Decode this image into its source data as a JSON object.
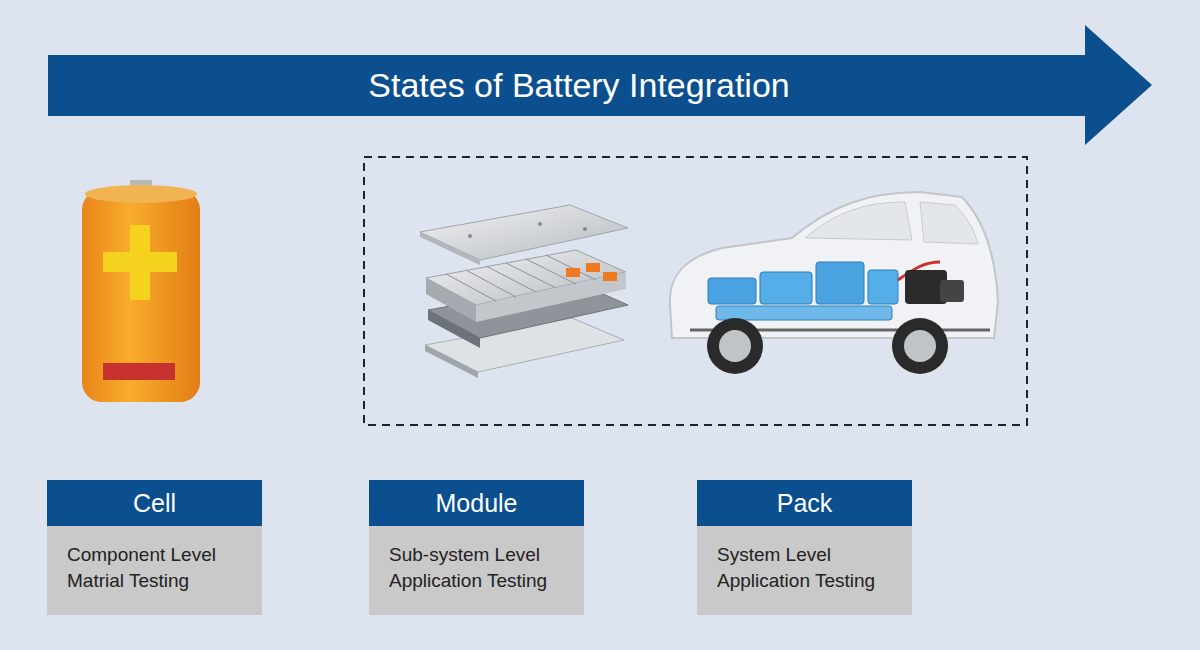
{
  "diagram": {
    "title": "States of Battery Integration",
    "nodes": [
      {
        "text": [
          "Cell",
          "Component Level Matrial Testing"
        ]
      },
      {
        "text": [
          "Module",
          "Sub-system Level Application Testing"
        ]
      },
      {
        "text": [
          "Pack",
          "System Level Application Testing"
        ]
      }
    ]
  }
}
